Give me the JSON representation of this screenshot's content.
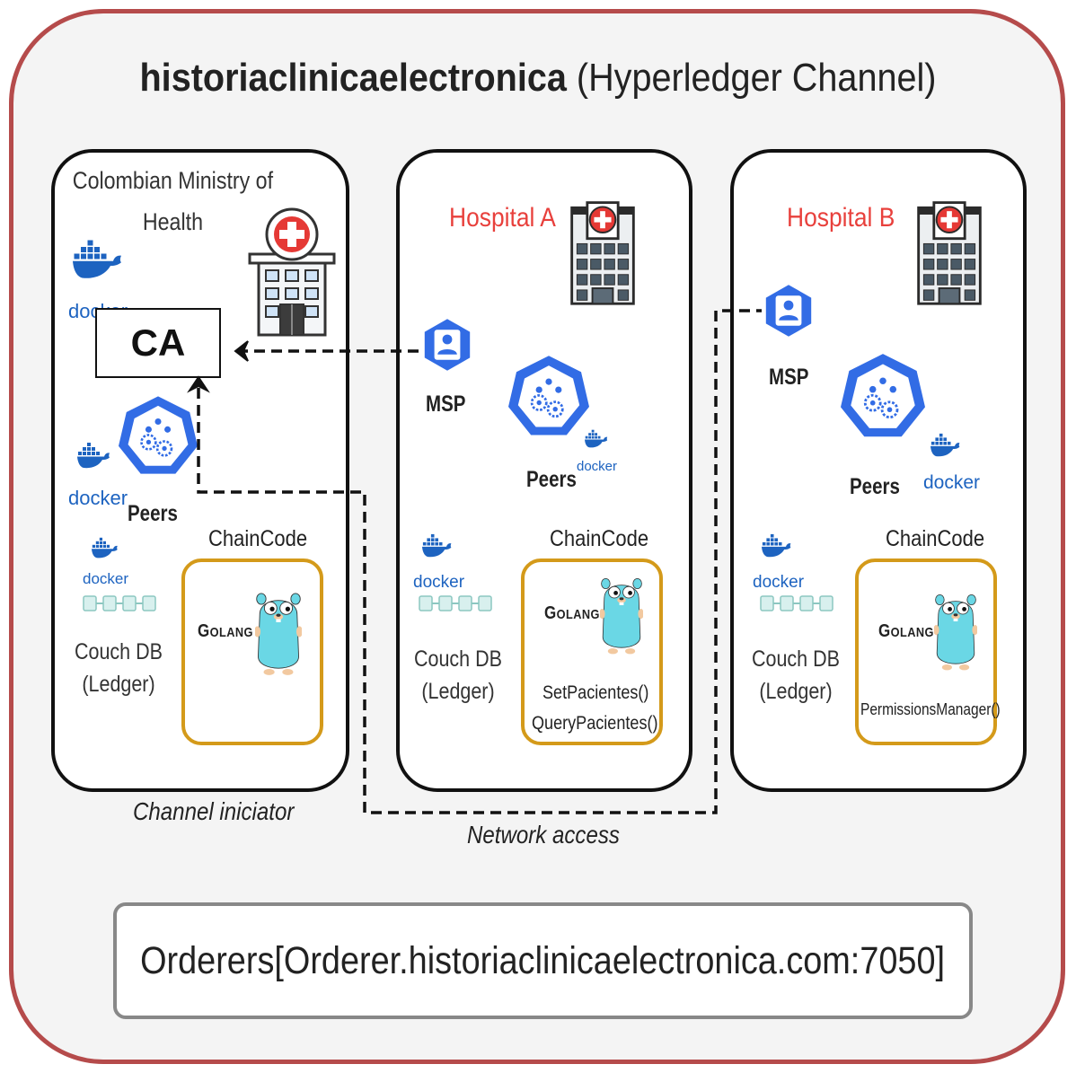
{
  "channel": {
    "name_bold": "historiaclinicaelectronica",
    "name_rest": " (Hyperledger Channel)"
  },
  "ministry": {
    "name_line1": "Colombian Ministry of",
    "name_line2": "Health",
    "ca_label": "CA",
    "peers_label": "Peers",
    "chaincode_label": "ChainCode",
    "couch_line1": "Couch DB",
    "couch_line2": "(Ledger)",
    "caption": "Channel iniciator"
  },
  "hospital_a": {
    "name": "Hospital A",
    "msp_label": "MSP",
    "peers_label": "Peers",
    "chaincode_label": "ChainCode",
    "couch_line1": "Couch DB",
    "couch_line2": "(Ledger)",
    "functions": [
      "SetPacientes()",
      "QueryPacientes()"
    ]
  },
  "hospital_b": {
    "name": "Hospital B",
    "msp_label": "MSP",
    "peers_label": "Peers",
    "chaincode_label": "ChainCode",
    "couch_line1": "Couch DB",
    "couch_line2": "(Ledger)",
    "functions": [
      "PermissionsManager()"
    ]
  },
  "golang_logo": {
    "big_g": "G",
    "rest": "OLANG"
  },
  "docker_logo_text": "docker",
  "network_access_label": "Network access",
  "orderers": "Orderers[Orderer.historiaclinicaelectronica.com:7050]",
  "colors": {
    "outer_border": "#b54b4b",
    "hospital_name": "#e8403c",
    "chaincode_border": "#d49a1a",
    "docker_blue": "#1d63c0",
    "peer_blue": "#326ce5",
    "gopher_teal": "#6ad7e5"
  },
  "icons": [
    "docker-icon",
    "hospital-icon",
    "hospital-building-icon",
    "msp-user-icon",
    "peers-kubernetes-icon",
    "ledger-chain-icon",
    "gopher-icon",
    "arrow-icon"
  ]
}
